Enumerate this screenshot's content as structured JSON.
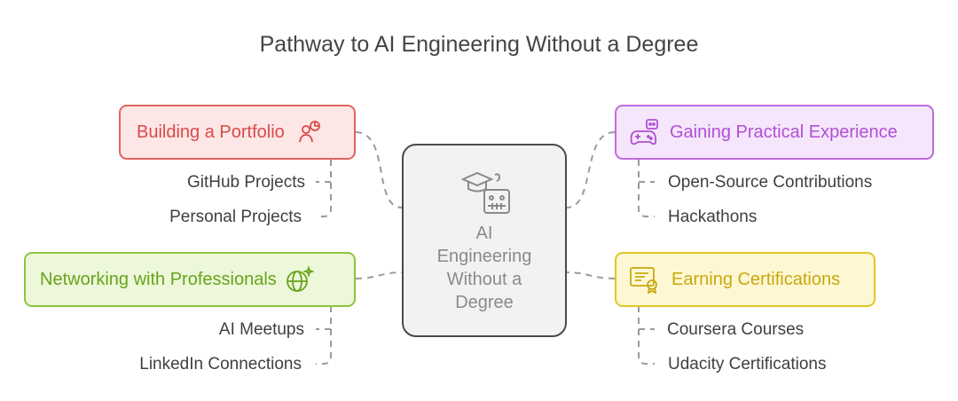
{
  "title": "Pathway to AI Engineering Without a Degree",
  "center": {
    "label": "AI\nEngineering\nWithout a\nDegree",
    "icons": [
      "graduation-cap-icon",
      "robot-icon"
    ]
  },
  "branches": {
    "portfolio": {
      "label": "Building a Portfolio",
      "icon": "person-chart-icon",
      "color": "#d94a4a",
      "items": [
        "GitHub Projects",
        "Personal Projects"
      ]
    },
    "networking": {
      "label": "Networking with Professionals",
      "icon": "globe-sparkle-icon",
      "color": "#6aa21c",
      "items": [
        "AI Meetups",
        "LinkedIn Connections"
      ]
    },
    "experience": {
      "label": "Gaining Practical Experience",
      "icon": "gamepad-robot-icon",
      "color": "#b04fd6",
      "items": [
        "Open-Source Contributions",
        "Hackathons"
      ]
    },
    "certifications": {
      "label": "Earning Certifications",
      "icon": "certificate-icon",
      "color": "#c9a80f",
      "items": [
        "Coursera Courses",
        "Udacity Certifications"
      ]
    }
  }
}
